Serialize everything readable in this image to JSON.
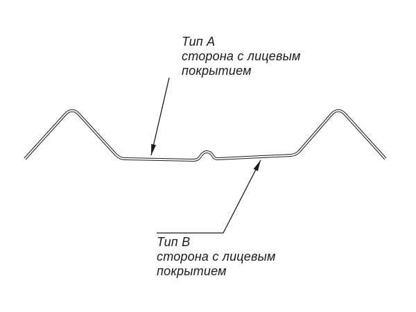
{
  "diagram": {
    "type_a": {
      "title": "Тип А",
      "line1": "сторона с лицевым",
      "line2": "покрытием"
    },
    "type_b": {
      "title": "Тип В",
      "line1": "сторона с лицевым",
      "line2": "покрытием"
    }
  },
  "colors": {
    "line": "#1a1a1a",
    "background": "#ffffff"
  }
}
